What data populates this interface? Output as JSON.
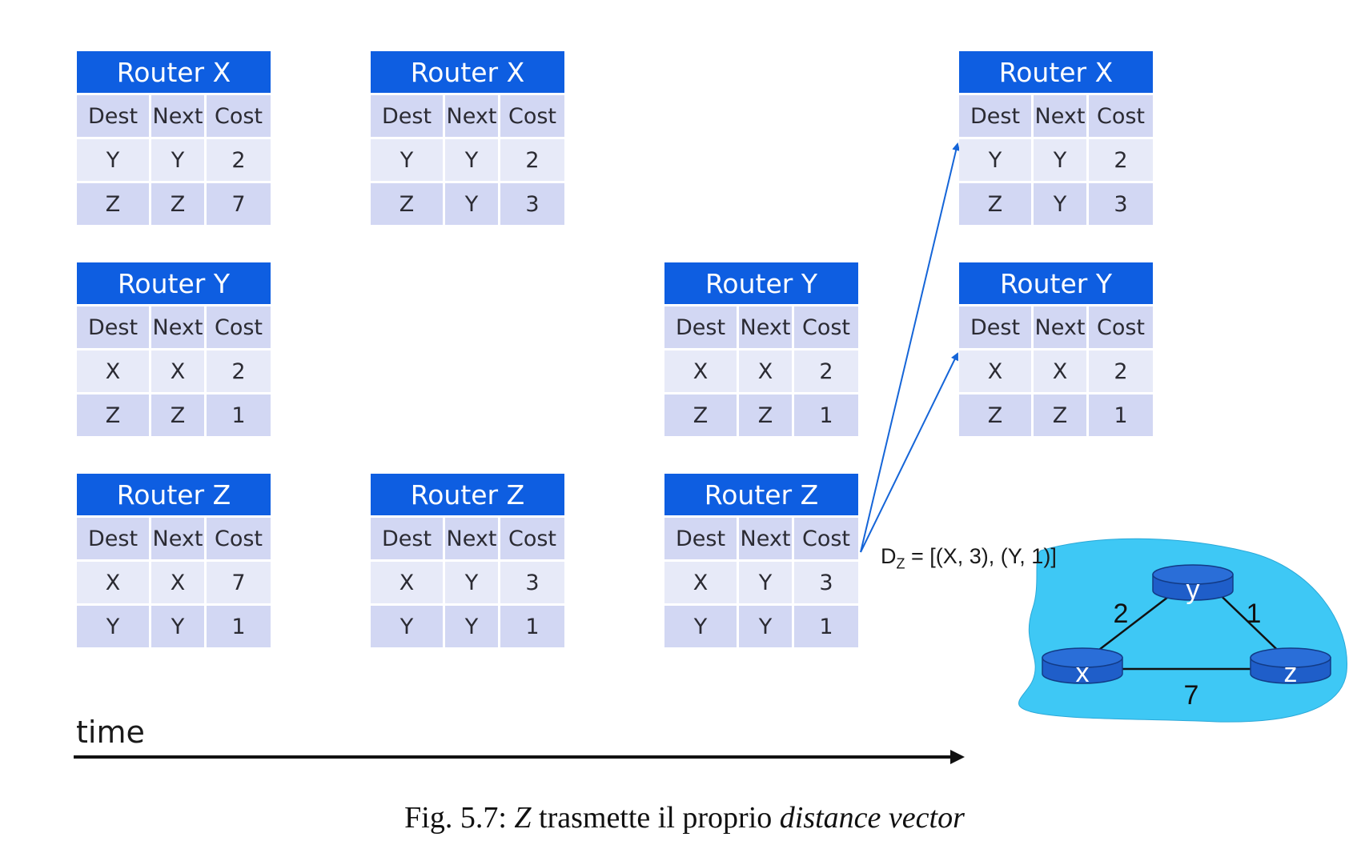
{
  "tables": [
    {
      "id": "x-t0",
      "title": "Router X",
      "headers": [
        "Dest",
        "Next",
        "Cost"
      ],
      "rows": [
        [
          "Y",
          "Y",
          "2"
        ],
        [
          "Z",
          "Z",
          "7"
        ]
      ]
    },
    {
      "id": "y-t0",
      "title": "Router Y",
      "headers": [
        "Dest",
        "Next",
        "Cost"
      ],
      "rows": [
        [
          "X",
          "X",
          "2"
        ],
        [
          "Z",
          "Z",
          "1"
        ]
      ]
    },
    {
      "id": "z-t0",
      "title": "Router Z",
      "headers": [
        "Dest",
        "Next",
        "Cost"
      ],
      "rows": [
        [
          "X",
          "X",
          "7"
        ],
        [
          "Y",
          "Y",
          "1"
        ]
      ]
    },
    {
      "id": "x-t1",
      "title": "Router X",
      "headers": [
        "Dest",
        "Next",
        "Cost"
      ],
      "rows": [
        [
          "Y",
          "Y",
          "2"
        ],
        [
          "Z",
          "Y",
          "3"
        ]
      ]
    },
    {
      "id": "z-t1",
      "title": "Router Z",
      "headers": [
        "Dest",
        "Next",
        "Cost"
      ],
      "rows": [
        [
          "X",
          "Y",
          "3"
        ],
        [
          "Y",
          "Y",
          "1"
        ]
      ]
    },
    {
      "id": "y-t2",
      "title": "Router Y",
      "headers": [
        "Dest",
        "Next",
        "Cost"
      ],
      "rows": [
        [
          "X",
          "X",
          "2"
        ],
        [
          "Z",
          "Z",
          "1"
        ]
      ]
    },
    {
      "id": "z-t2",
      "title": "Router Z",
      "headers": [
        "Dest",
        "Next",
        "Cost"
      ],
      "rows": [
        [
          "X",
          "Y",
          "3"
        ],
        [
          "Y",
          "Y",
          "1"
        ]
      ]
    },
    {
      "id": "x-t3",
      "title": "Router X",
      "headers": [
        "Dest",
        "Next",
        "Cost"
      ],
      "rows": [
        [
          "Y",
          "Y",
          "2"
        ],
        [
          "Z",
          "Y",
          "3"
        ]
      ]
    },
    {
      "id": "y-t3",
      "title": "Router Y",
      "headers": [
        "Dest",
        "Next",
        "Cost"
      ],
      "rows": [
        [
          "X",
          "X",
          "2"
        ],
        [
          "Z",
          "Z",
          "1"
        ]
      ]
    }
  ],
  "distance_vector": {
    "prefix": "D",
    "subscript": "Z",
    "text": " = [(X, 3), (Y, 1)]"
  },
  "time_label": "time",
  "network": {
    "nodes": {
      "x": "x",
      "y": "y",
      "z": "z"
    },
    "edges": {
      "xy": "2",
      "yz": "1",
      "xz": "7"
    },
    "colors": {
      "cloud": "#3ec8f5",
      "node": "#1f5ec9"
    }
  },
  "caption": {
    "prefix": "Fig. 5.7: ",
    "var": "Z",
    "middle": " trasmette il proprio ",
    "emph": "distance vector"
  }
}
